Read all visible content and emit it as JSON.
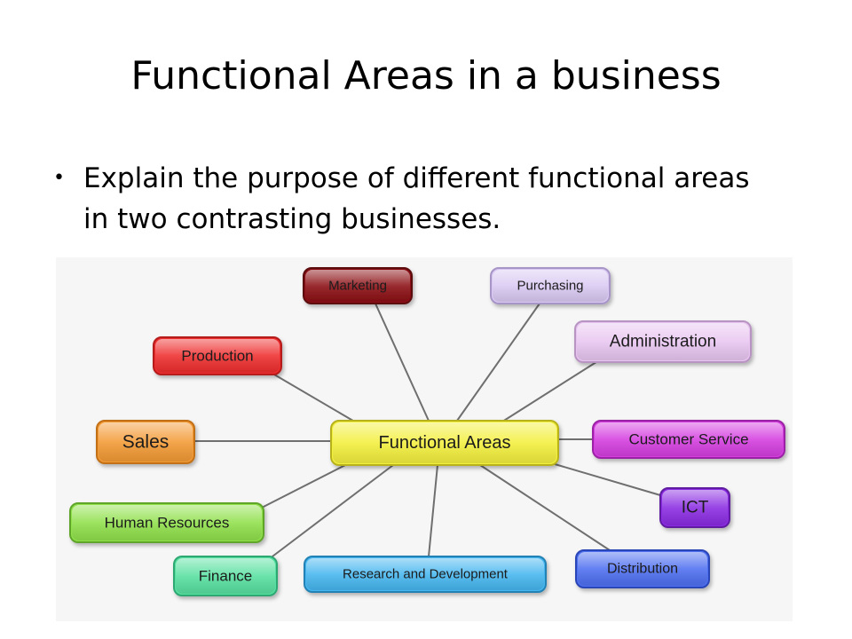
{
  "slide": {
    "title": "Functional Areas in a business",
    "bullet": "Explain the purpose of different functional areas in two contrasting businesses."
  },
  "diagram": {
    "center": {
      "label": "Functional Areas",
      "color": "#f3ef3c",
      "edge": "#b7b21f"
    },
    "nodes": [
      {
        "id": "marketing",
        "label": "Marketing",
        "color": "#8b0f14",
        "edge": "#5c0a0d",
        "text_color": "#ffffff"
      },
      {
        "id": "purchasing",
        "label": "Purchasing",
        "color": "#d9c9f2",
        "edge": "#a895c7",
        "text_color": "#2b2b2b"
      },
      {
        "id": "production",
        "label": "Production",
        "color": "#ee2d2d",
        "edge": "#b51a1a",
        "text_color": "#2b2b2b"
      },
      {
        "id": "administration",
        "label": "Administration",
        "color": "#e8c5f0",
        "edge": "#b894c2",
        "text_color": "#2b2b2b"
      },
      {
        "id": "sales",
        "label": "Sales",
        "color": "#f39a34",
        "edge": "#c26f15",
        "text_color": "#2b2b2b"
      },
      {
        "id": "customer-service",
        "label": "Customer Service",
        "color": "#d53ee0",
        "edge": "#9b22a5",
        "text_color": "#2b2b2b"
      },
      {
        "id": "ict",
        "label": "ICT",
        "color": "#8a2be2",
        "edge": "#5f1ca0",
        "text_color": "#ffffff"
      },
      {
        "id": "human-resources",
        "label": "Human Resources",
        "color": "#8fe04a",
        "edge": "#5ea52a",
        "text_color": "#2b2b2b"
      },
      {
        "id": "finance",
        "label": "Finance",
        "color": "#57e0a0",
        "edge": "#2fa873",
        "text_color": "#2b2b2b"
      },
      {
        "id": "research-and-development",
        "label": "Research and Development",
        "color": "#45b6ef",
        "edge": "#2482b5",
        "text_color": "#2b2b2b"
      },
      {
        "id": "distribution",
        "label": "Distribution",
        "color": "#4e6ff0",
        "edge": "#2c45b5",
        "text_color": "#2b2b2b"
      }
    ],
    "line_color": "#6f6f6f"
  }
}
